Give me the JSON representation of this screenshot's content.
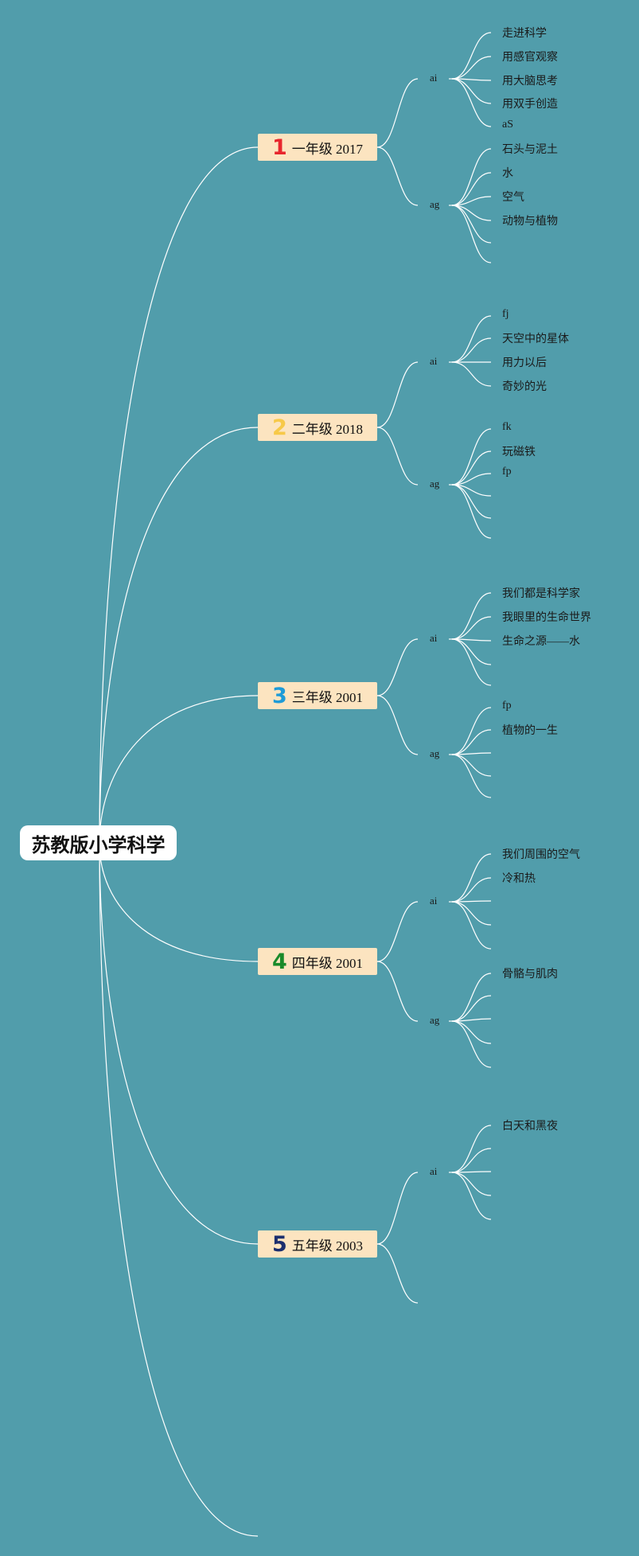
{
  "root": {
    "title": "苏教版小学科学"
  },
  "colors": {
    "background": "#519DAB",
    "node_fill": "#FCE4C0",
    "root_fill": "#FFFFFF",
    "line": "#FFFFFF"
  },
  "grades": [
    {
      "num": "1",
      "num_color": "#E8262D",
      "label": "一年级 2017",
      "subs": [
        {
          "label": "ai",
          "leaves": [
            "走进科学",
            "用感官观察",
            "用大脑思考",
            "用双手创造",
            "aS"
          ]
        },
        {
          "label": "ag",
          "leaves": [
            "石头与泥土",
            "水",
            "空气",
            "动物与植物",
            "",
            ""
          ]
        }
      ]
    },
    {
      "num": "2",
      "num_color": "#F7C948",
      "label": "二年级 2018",
      "subs": [
        {
          "label": "ai",
          "leaves": [
            "fj",
            "天空中的星体",
            "用力以后",
            "奇妙的光"
          ]
        },
        {
          "label": "ag",
          "leaves": [
            "fk",
            "玩磁铁",
            "fp",
            "",
            "",
            ""
          ]
        }
      ]
    },
    {
      "num": "3",
      "num_color": "#1E9BD7",
      "label": "三年级 2001",
      "subs": [
        {
          "label": "ai",
          "leaves": [
            "我们都是科学家",
            "我眼里的生命世界",
            "生命之源——水",
            "",
            ""
          ]
        },
        {
          "label": "ag",
          "leaves": [
            "fp",
            "植物的一生",
            "",
            "",
            ""
          ]
        }
      ]
    },
    {
      "num": "4",
      "num_color": "#1A8A2A",
      "label": "四年级 2001",
      "subs": [
        {
          "label": "ai",
          "leaves": [
            "我们周围的空气",
            "冷和热",
            "",
            "",
            ""
          ]
        },
        {
          "label": "ag",
          "leaves": [
            "骨骼与肌肉",
            "",
            "",
            "",
            ""
          ]
        }
      ]
    },
    {
      "num": "5",
      "num_color": "#1C2E6E",
      "label": "五年级 2003",
      "subs": [
        {
          "label": "ai",
          "leaves": [
            "白天和黑夜",
            "",
            "",
            "",
            ""
          ]
        },
        {
          "label": "",
          "leaves": []
        }
      ]
    }
  ]
}
